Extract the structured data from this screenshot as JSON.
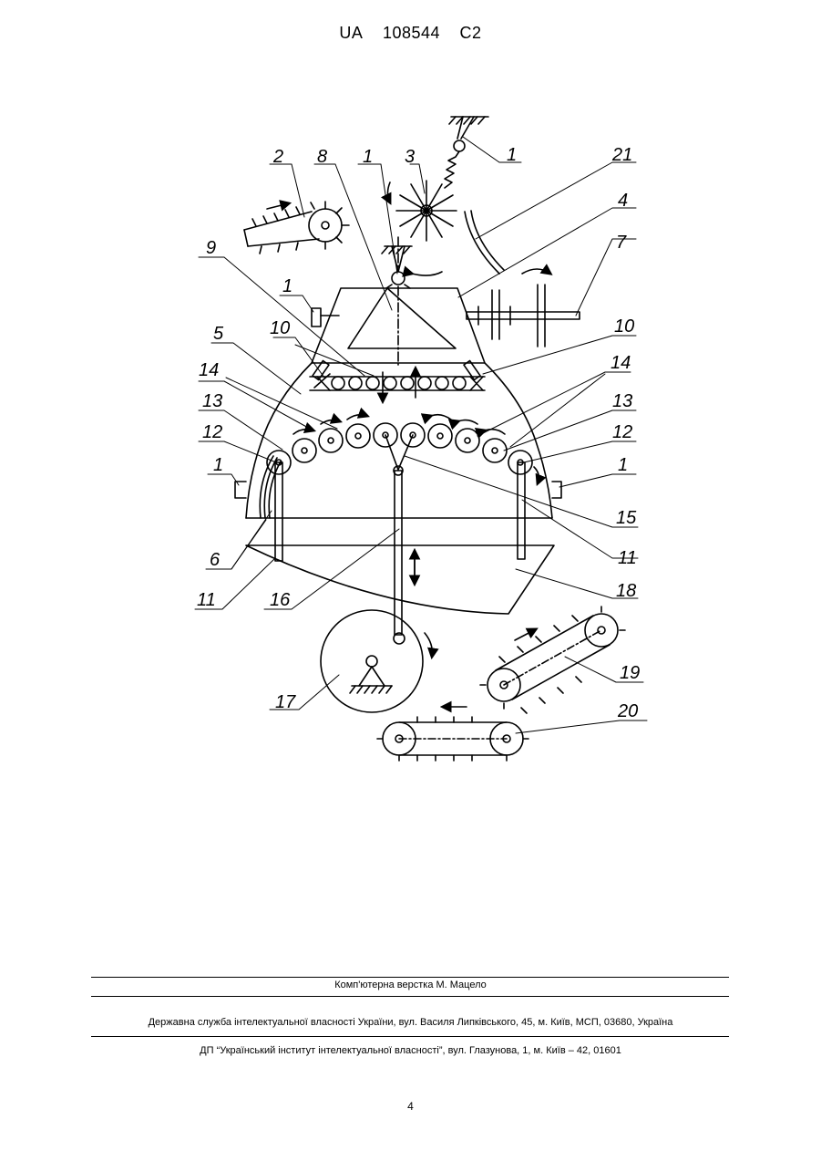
{
  "header": {
    "country": "UA",
    "number": "108544",
    "kind": "C2"
  },
  "figure": {
    "labels": {
      "l2": "2",
      "l8": "8",
      "l1a": "1",
      "l3": "3",
      "l1b": "1",
      "l21": "21",
      "l4": "4",
      "l9": "9",
      "l1c": "1",
      "l7": "7",
      "l5": "5",
      "l10a": "10",
      "l10b": "10",
      "l14a": "14",
      "l14b": "14",
      "l13a": "13",
      "l13b": "13",
      "l12a": "12",
      "l12b": "12",
      "l1d": "1",
      "l1e": "1",
      "l15": "15",
      "l6": "6",
      "l11a": "11",
      "l11b": "11",
      "l18": "18",
      "l16": "16",
      "l19": "19",
      "l17": "17",
      "l20": "20"
    }
  },
  "footer": {
    "layout": "Комп'ютерна верстка М. Мацело",
    "agency": "Державна служба інтелектуальної власності України, вул. Василя Липківського, 45, м. Київ, МСП, 03680, Україна",
    "institute": "ДП “Український інститут інтелектуальної власності”, вул. Глазунова, 1, м. Київ – 42, 01601"
  },
  "page_number": "4"
}
